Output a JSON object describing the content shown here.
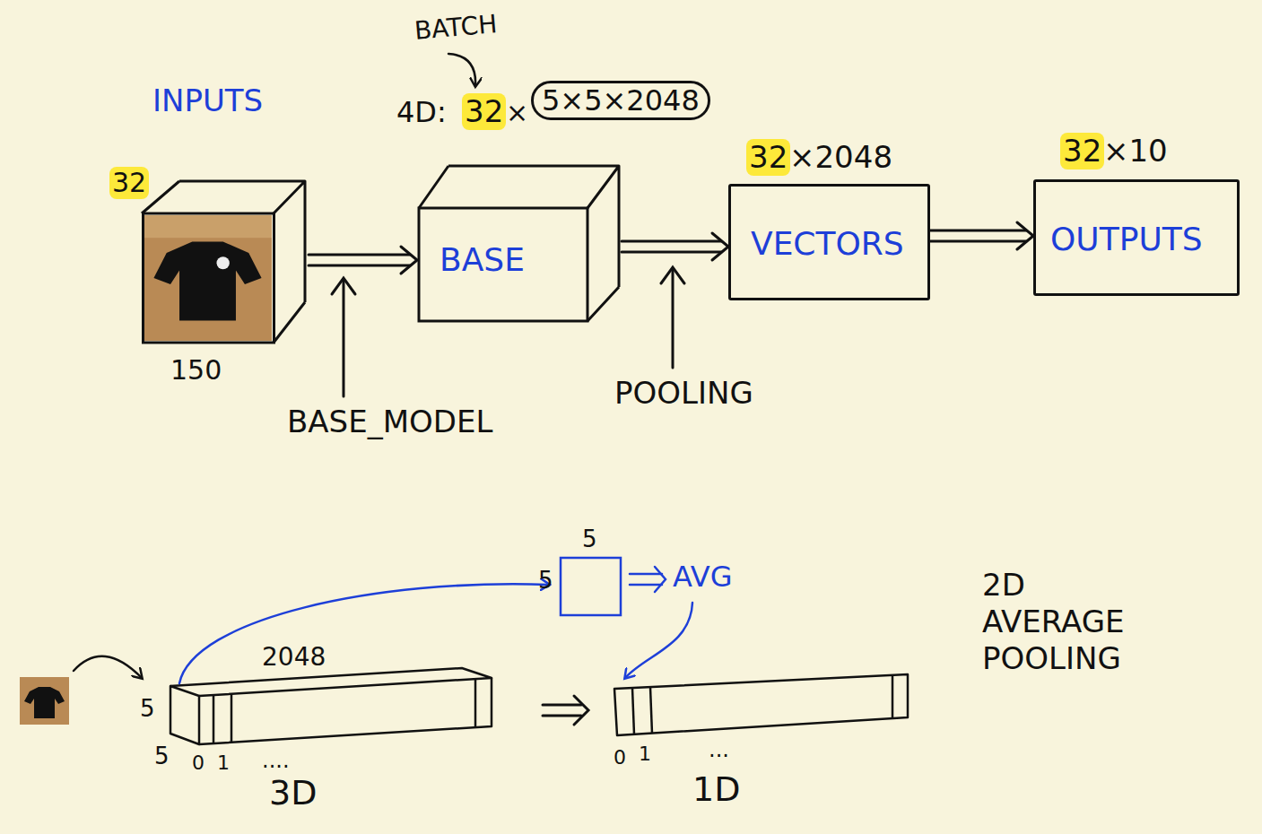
{
  "diagram": {
    "nodes": [
      {
        "text": [
          "INPUTS"
        ]
      },
      {
        "text": [
          "BASE"
        ]
      },
      {
        "text": [
          "VECTORS"
        ]
      },
      {
        "text": [
          "OUTPUTS"
        ]
      }
    ],
    "edges": [
      {
        "from": 0,
        "to": 1,
        "arrow": "to"
      },
      {
        "from": 1,
        "to": 2,
        "arrow": "to"
      },
      {
        "from": 2,
        "to": 3,
        "arrow": "to"
      }
    ],
    "labels": [
      "BATCH",
      "4D:",
      "32",
      "×",
      "5×5×2048",
      "32",
      "32",
      "×2048",
      "32",
      "×10",
      "150",
      "BASE_MODEL",
      "POOLING",
      "2048",
      "5",
      "5",
      "0",
      "1",
      "....",
      "3D",
      "5",
      "5",
      "AVG",
      "0",
      "1",
      "...",
      "1D",
      "2D AVERAGE POOLING"
    ]
  }
}
